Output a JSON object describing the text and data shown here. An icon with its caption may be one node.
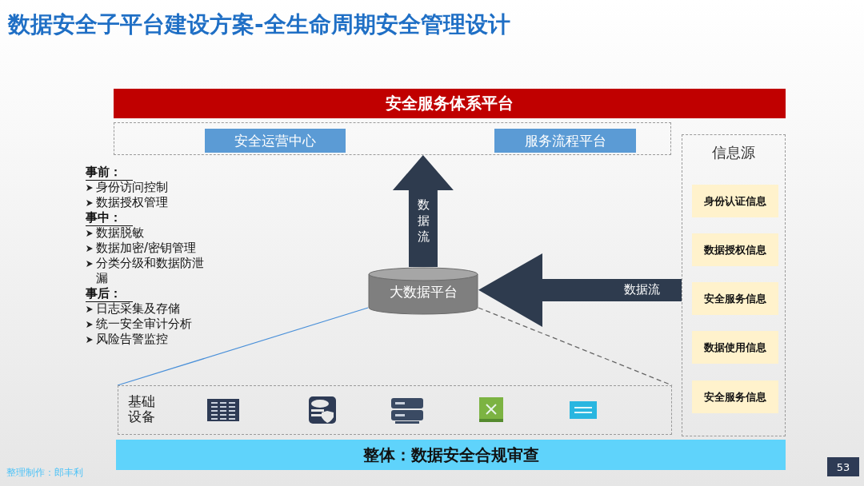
{
  "diagram": {
    "title": "数据安全子平台建设方案-全生命周期安全管理设计",
    "nodes": [
      {
        "text": [
          "安全服务体系平台"
        ]
      },
      {
        "text": [],
        "shape": "box"
      },
      {
        "text": [
          "安全运营中心"
        ],
        "in": 1
      },
      {
        "text": [
          "服务流程平台"
        ],
        "in": 1
      },
      {
        "text": [
          "大数据平台"
        ]
      },
      {
        "text": [
          "信息源"
        ]
      },
      {
        "text": [
          "身份认证信息"
        ],
        "in": 5
      },
      {
        "text": [
          "数据授权信息"
        ],
        "in": 5
      },
      {
        "text": [
          "安全服务信息"
        ],
        "in": 5
      },
      {
        "text": [
          "数据使用信息"
        ],
        "in": 5
      },
      {
        "text": [
          "安全服务信息"
        ],
        "in": 5
      },
      {
        "text": [
          "基础设备"
        ]
      },
      {
        "text": [
          "整体：数据安全合规审查"
        ]
      }
    ],
    "edges": [
      {
        "from": 4,
        "to": 1,
        "arrow": "to",
        "label": "数据流",
        "style": "thick"
      },
      {
        "from": 5,
        "to": 4,
        "arrow": "to",
        "label": "数据流",
        "style": "thick"
      },
      {
        "from": 11,
        "to": 4,
        "arrow": "none",
        "color": "#4a90d9"
      },
      {
        "from": 4,
        "to": 11,
        "arrow": "none",
        "style": "dashed",
        "color": "#666666"
      }
    ],
    "labels": [
      "事前：",
      "身份访问控制",
      "数据授权管理",
      "事中：",
      "数据脱敏",
      "数据加密/密钥管理",
      "分类分级和数据防泄漏",
      "事后：",
      "日志采集及存储",
      "统一安全审计分析",
      "风险告警监控",
      "整理制作：郎丰利",
      "53"
    ]
  }
}
